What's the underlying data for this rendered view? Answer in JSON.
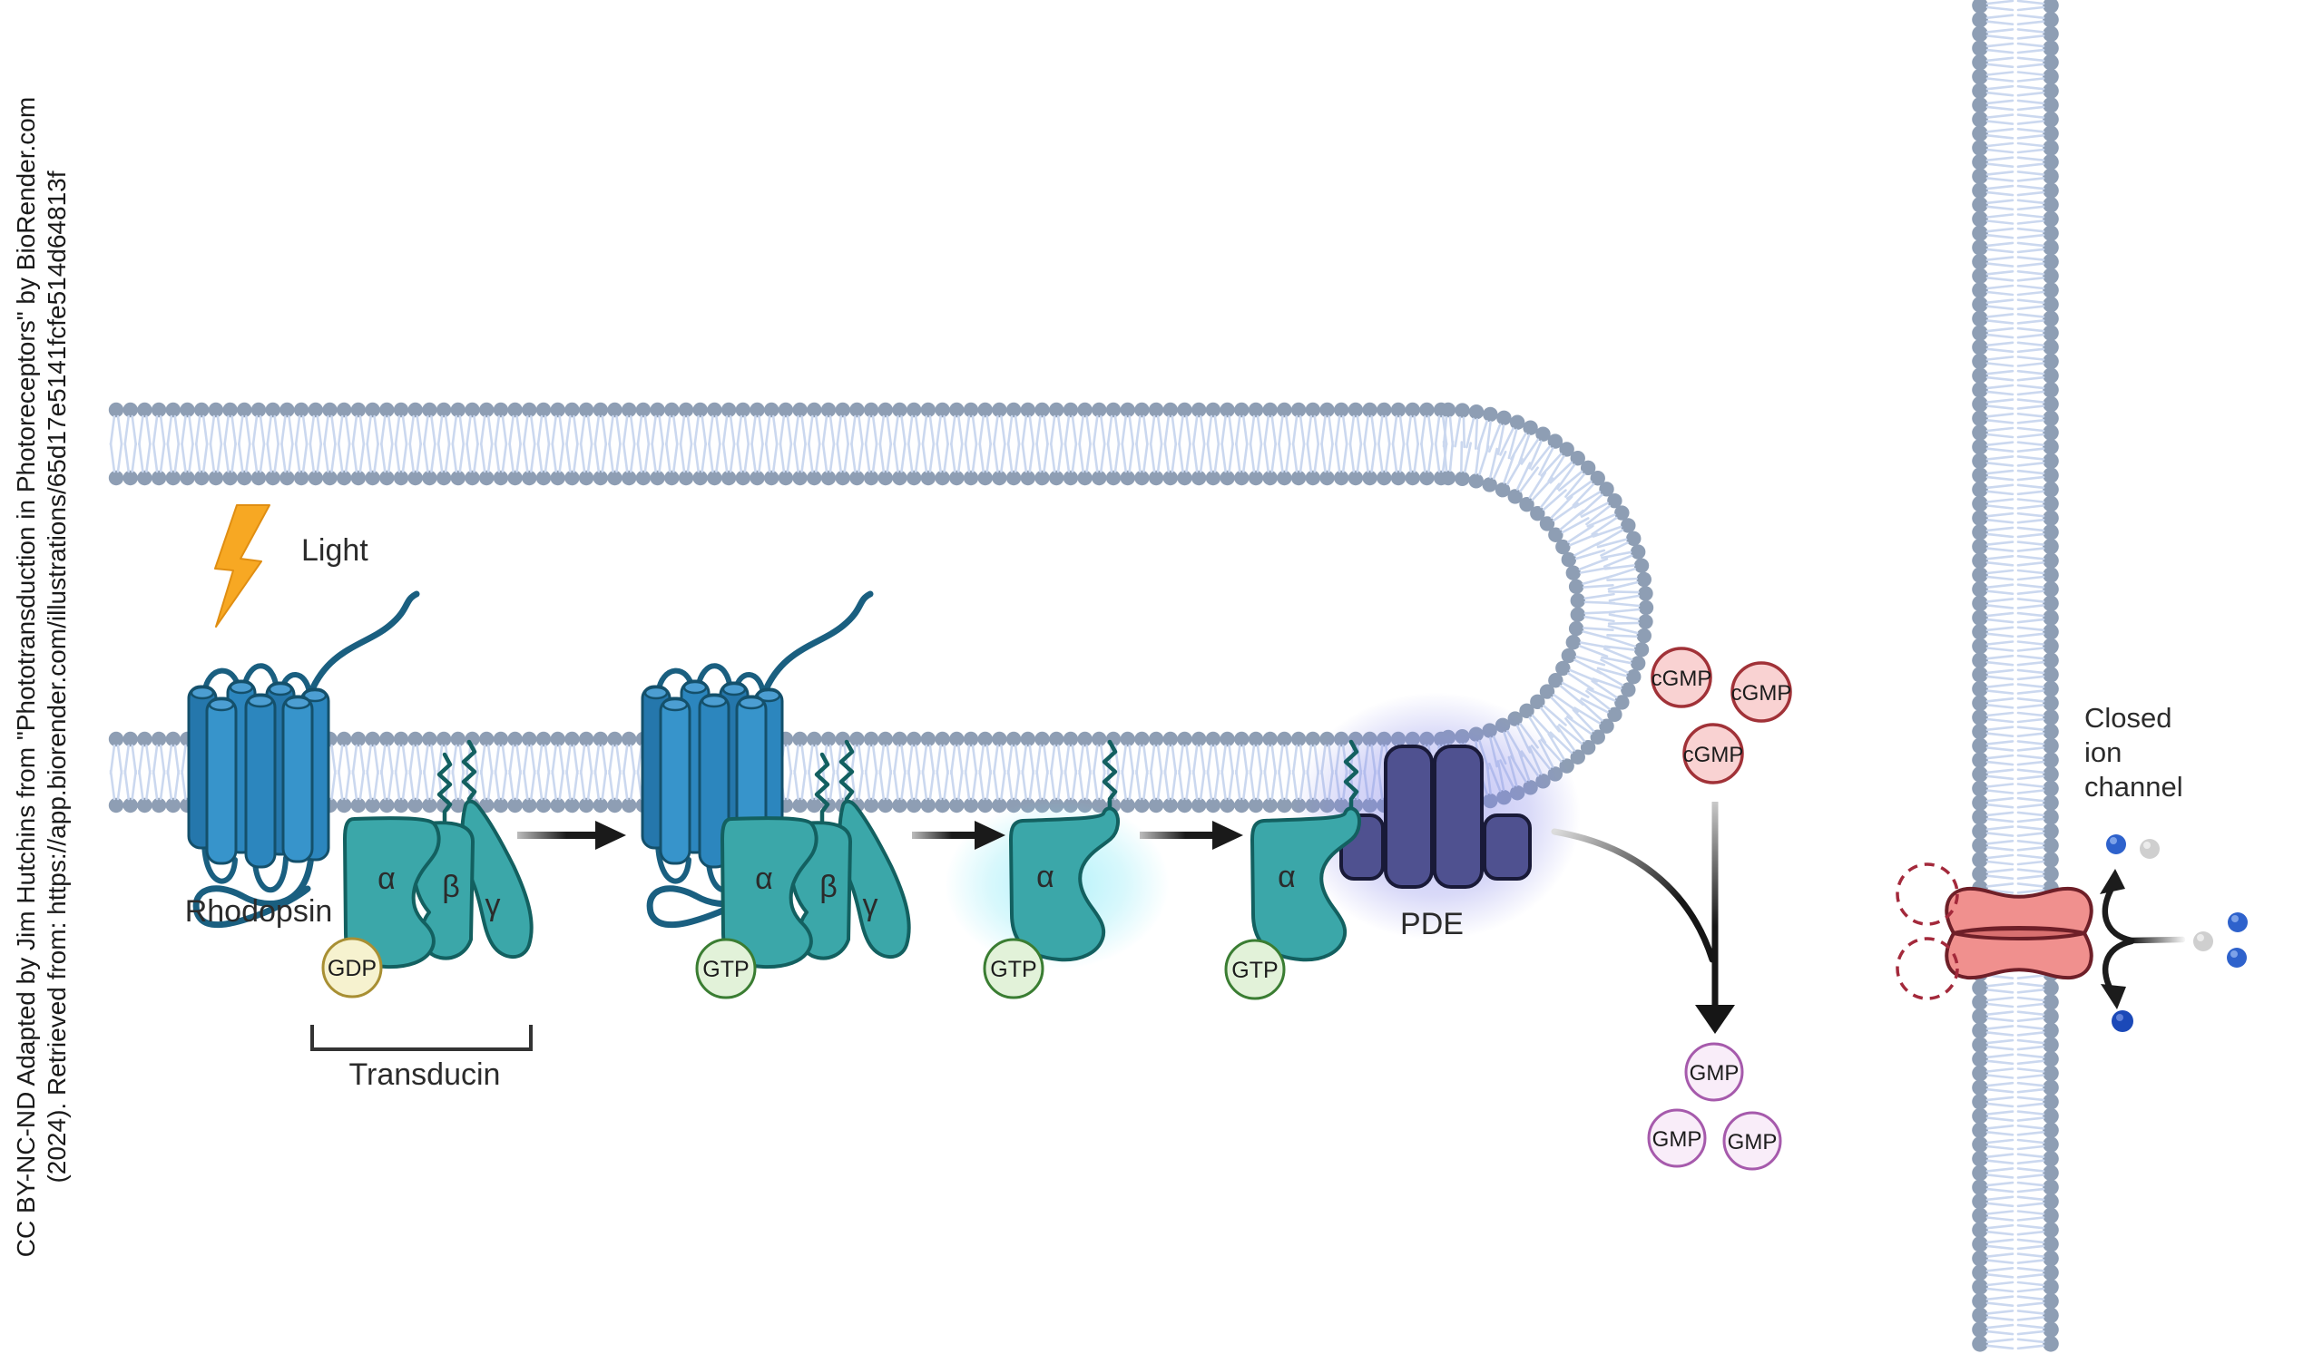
{
  "attribution": {
    "line1": "CC BY-NC-ND Adapted by Jim Hutchins from \"Phototransduction in Photoreceptors\" by BioRender.com",
    "line2": "(2024). Retrieved from: https://app.biorender.com/illustrations/65d17e5141fcfe514d64813f"
  },
  "labels": {
    "light": "Light",
    "rhodopsin": "Rhodopsin",
    "transducin": "Transducin",
    "pde": "PDE",
    "alpha": "α",
    "beta": "β",
    "gamma": "γ",
    "gdp": "GDP",
    "gtp": "GTP",
    "cgmp": "cGMP",
    "gmp": "GMP",
    "closed_ion_channel_lines": [
      "Closed",
      "ion",
      "channel"
    ]
  },
  "colors": {
    "membrane_head": "#8E9EB4",
    "membrane_tail": "#CBD8EF",
    "rhodopsin_blue": "#2C86BE",
    "rhodopsin_blue_dark": "#2577AC",
    "rhodopsin_blue_light": "#3794CB",
    "rhodopsin_outline": "#14506B",
    "rhodopsin_loop": "#1A5F80",
    "teal": "#3BA7A9",
    "teal_outline": "#136060",
    "pde_fill": "#4F5190",
    "pde_outline": "#191A38",
    "gdp_fill": "#F6F2CF",
    "gdp_border": "#A88F33",
    "gtp_fill": "#E2F2D9",
    "gtp_border": "#3A7D32",
    "cgmp_fill": "#F9D2D2",
    "cgmp_border": "#A13238",
    "gmp_fill": "#F9EDF9",
    "gmp_border": "#A65AAC",
    "channel_fill": "#F0908E",
    "channel_inner": "#D97070",
    "channel_outline": "#6E1F28",
    "dashed_circle": "#A3293B",
    "lightning": "#F7A823",
    "ion_blue": "#2E62CC",
    "ion_dark_blue": "#1B49B8",
    "ion_gray": "#CFCFCF",
    "arrow": "#1A1A1A",
    "glow_cyan": "#73E6F5",
    "glow_purple": "#8082E8"
  }
}
